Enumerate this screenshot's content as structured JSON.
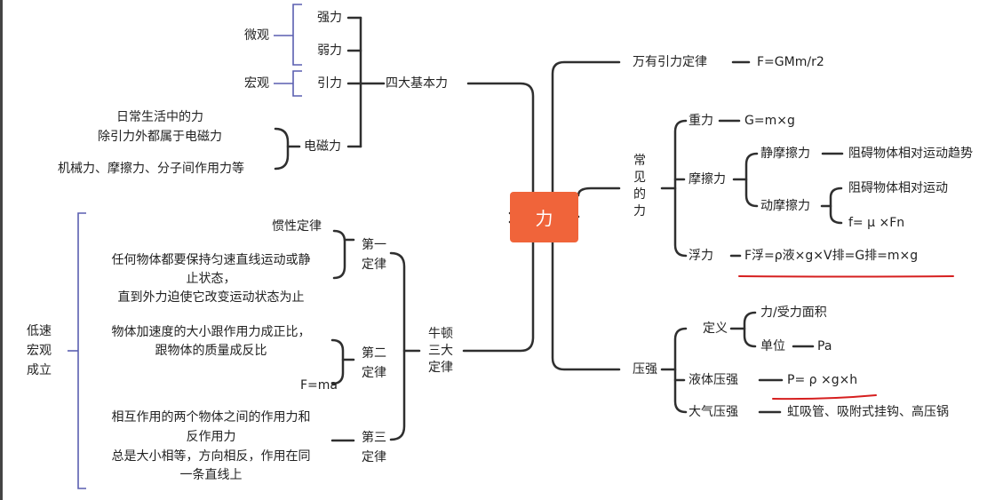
{
  "root": {
    "label": "力"
  },
  "colors": {
    "line": "#2f2f2f",
    "bracket": "#5a5fb0",
    "root_fill": "#f0643a",
    "underline": "#d61f1f"
  },
  "four_forces": {
    "label": "四大基本力",
    "micro": "微观",
    "macro": "宏观",
    "strong": "强力",
    "weak": "弱力",
    "gravity": "引力",
    "em": "电磁力",
    "em_note1": "日常生活中的力",
    "em_note2": "除引力外都属于电磁力",
    "em_note3": "机械力、摩擦力、分子间作用力等"
  },
  "newton": {
    "label_lines": [
      "牛顿",
      "三大",
      "定律"
    ],
    "scope_lines": [
      "低速",
      "宏观",
      "成立"
    ],
    "first_lines": [
      "第一",
      "定律"
    ],
    "first_name": "惯性定律",
    "first_desc": [
      "任何物体都要保持匀速直线运动或静",
      "止状态，",
      "直到外力迫使它改变运动状态为止"
    ],
    "second_lines": [
      "第二",
      "定律"
    ],
    "second_desc": [
      "物体加速度的大小跟作用力成正比，",
      "跟物体的质量成反比"
    ],
    "second_formula": "F=ma",
    "third_lines": [
      "第三",
      "定律"
    ],
    "third_desc": [
      "相互作用的两个物体之间的作用力和",
      "反作用力",
      "总是大小相等，方向相反，作用在同",
      "一条直线上"
    ]
  },
  "universal": {
    "label": "万有引力定律",
    "formula": "F=GMm/r2"
  },
  "common": {
    "label_lines": [
      "常",
      "见",
      "的",
      "力"
    ],
    "gravity": "重力",
    "gravity_formula": "G=m×g",
    "friction": "摩擦力",
    "static": "静摩擦力",
    "static_desc": "阻碍物体相对运动趋势",
    "kinetic": "动摩擦力",
    "kinetic_desc": "阻碍物体相对运动",
    "kinetic_formula": "f= μ ×Fn",
    "buoyancy": "浮力",
    "buoyancy_formula": "F浮=ρ液×g×V排=G排=m×g"
  },
  "pressure": {
    "label": "压强",
    "definition": "定义",
    "definition_value": "力/受力面积",
    "unit": "单位",
    "unit_value": "Pa",
    "liquid": "液体压强",
    "liquid_formula": "P= ρ ×g×h",
    "atmospheric": "大气压强",
    "atmospheric_examples": "虹吸管、吸附式挂钩、高压锅"
  }
}
